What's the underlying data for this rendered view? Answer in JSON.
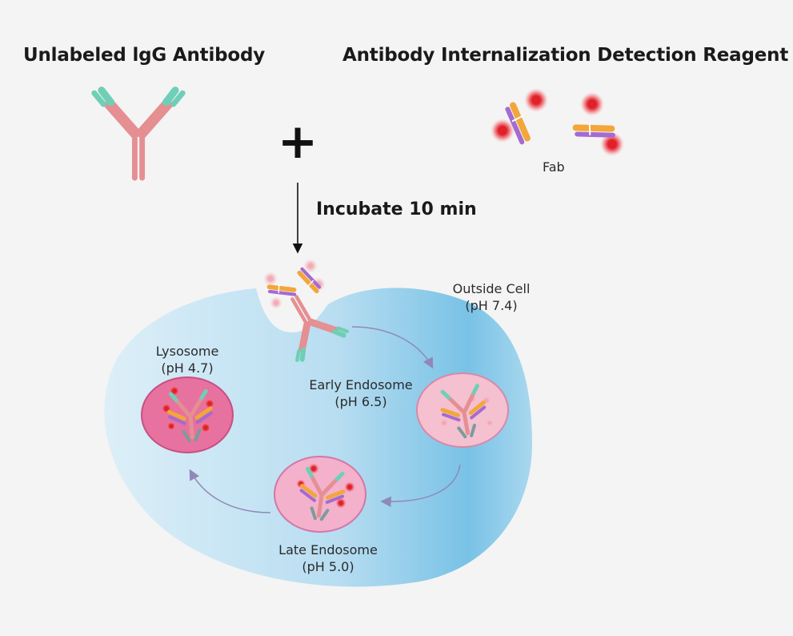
{
  "titles": {
    "left": "Unlabeled lgG Antibody",
    "right": "Antibody Internalization Detection Reagent"
  },
  "plus_symbol": "+",
  "fab_label": "Fab",
  "step_label": "Incubate 10 min",
  "compartments": {
    "outside": {
      "name": "Outside Cell",
      "ph": "(pH 7.4)"
    },
    "early": {
      "name": "Early Endosome",
      "ph": "(pH 6.5)"
    },
    "late": {
      "name": "Late Endosome",
      "ph": "(pH 5.0)"
    },
    "lysosome": {
      "name": "Lysosome",
      "ph": "(pH 4.7)"
    }
  },
  "colors": {
    "background": "#f4f4f4",
    "antibody_heavy": "#e58f93",
    "antibody_tip": "#6fcfb6",
    "fab_orange": "#f3a63a",
    "fab_purple": "#a46bd0",
    "fluor_red": "#e0212a",
    "cell_blue": "#7cc4e6",
    "vesicle_pink": "#f3b5c8",
    "lysosome_magenta": "#e06a9f",
    "arrow_purple": "#8f89b8"
  }
}
